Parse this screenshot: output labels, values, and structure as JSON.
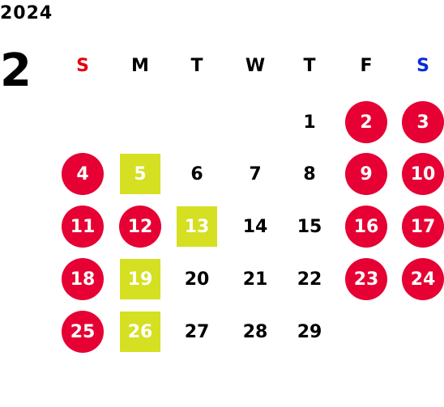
{
  "calendar": {
    "year": "2024",
    "month": "2",
    "weekdays": [
      "S",
      "M",
      "T",
      "W",
      "T",
      "F",
      "S"
    ],
    "colors": {
      "sunday_header": "#e60012",
      "saturday_header": "#0a2bd9",
      "holiday_fill": "#e60033",
      "closed_fill": "#d4e021",
      "day_text": "#000000"
    },
    "weeks": [
      [
        {
          "day": "",
          "style": "none"
        },
        {
          "day": "",
          "style": "none"
        },
        {
          "day": "",
          "style": "none"
        },
        {
          "day": "",
          "style": "none"
        },
        {
          "day": "1",
          "style": "normal"
        },
        {
          "day": "2",
          "style": "holiday"
        },
        {
          "day": "3",
          "style": "holiday"
        }
      ],
      [
        {
          "day": "4",
          "style": "holiday"
        },
        {
          "day": "5",
          "style": "closed"
        },
        {
          "day": "6",
          "style": "normal"
        },
        {
          "day": "7",
          "style": "normal"
        },
        {
          "day": "8",
          "style": "normal"
        },
        {
          "day": "9",
          "style": "holiday"
        },
        {
          "day": "10",
          "style": "holiday"
        }
      ],
      [
        {
          "day": "11",
          "style": "holiday"
        },
        {
          "day": "12",
          "style": "holiday"
        },
        {
          "day": "13",
          "style": "closed"
        },
        {
          "day": "14",
          "style": "normal"
        },
        {
          "day": "15",
          "style": "normal"
        },
        {
          "day": "16",
          "style": "holiday"
        },
        {
          "day": "17",
          "style": "holiday"
        }
      ],
      [
        {
          "day": "18",
          "style": "holiday"
        },
        {
          "day": "19",
          "style": "closed"
        },
        {
          "day": "20",
          "style": "normal"
        },
        {
          "day": "21",
          "style": "normal"
        },
        {
          "day": "22",
          "style": "normal"
        },
        {
          "day": "23",
          "style": "holiday"
        },
        {
          "day": "24",
          "style": "holiday"
        }
      ],
      [
        {
          "day": "25",
          "style": "holiday"
        },
        {
          "day": "26",
          "style": "closed"
        },
        {
          "day": "27",
          "style": "normal"
        },
        {
          "day": "28",
          "style": "normal"
        },
        {
          "day": "29",
          "style": "normal"
        },
        {
          "day": "",
          "style": "none"
        },
        {
          "day": "",
          "style": "none"
        }
      ]
    ]
  }
}
